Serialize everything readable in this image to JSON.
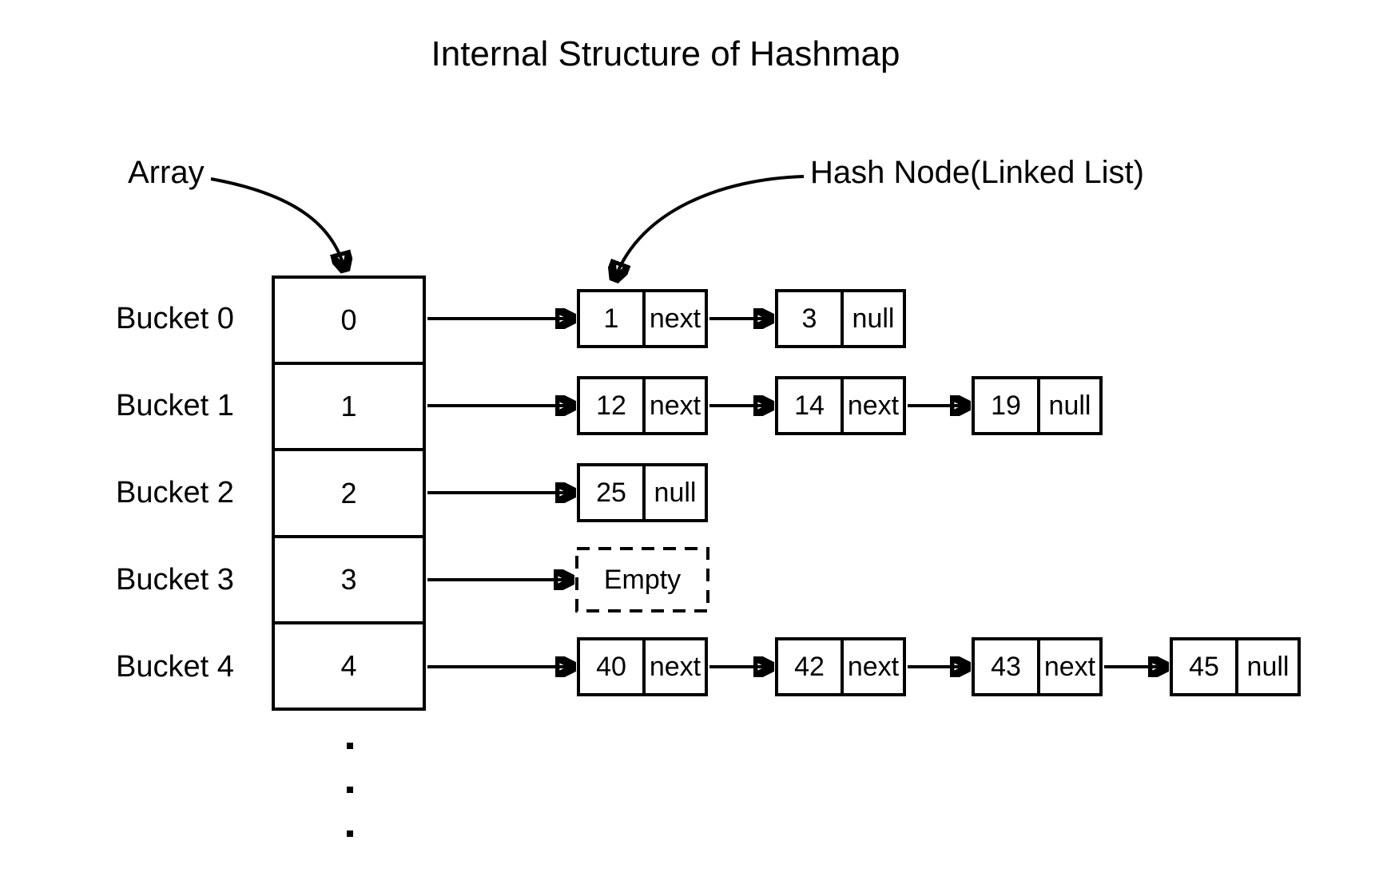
{
  "title": "Internal Structure of Hashmap",
  "labels": {
    "array": "Array",
    "hash_node": "Hash Node(Linked List)"
  },
  "buckets": [
    {
      "label": "Bucket 0",
      "index": "0",
      "nodes": [
        {
          "value": "1",
          "pointer": "next"
        },
        {
          "value": "3",
          "pointer": "null"
        }
      ]
    },
    {
      "label": "Bucket 1",
      "index": "1",
      "nodes": [
        {
          "value": "12",
          "pointer": "next"
        },
        {
          "value": "14",
          "pointer": "next"
        },
        {
          "value": "19",
          "pointer": "null"
        }
      ]
    },
    {
      "label": "Bucket 2",
      "index": "2",
      "nodes": [
        {
          "value": "25",
          "pointer": "null"
        }
      ]
    },
    {
      "label": "Bucket 3",
      "index": "3",
      "empty": "Empty",
      "nodes": []
    },
    {
      "label": "Bucket 4",
      "index": "4",
      "nodes": [
        {
          "value": "40",
          "pointer": "next"
        },
        {
          "value": "42",
          "pointer": "next"
        },
        {
          "value": "43",
          "pointer": "next"
        },
        {
          "value": "45",
          "pointer": "null"
        }
      ]
    }
  ],
  "continuation_dots": [
    ".",
    ".",
    "."
  ],
  "colors": {
    "background": "#ffffff",
    "line": "#000000",
    "text": "#000000"
  }
}
